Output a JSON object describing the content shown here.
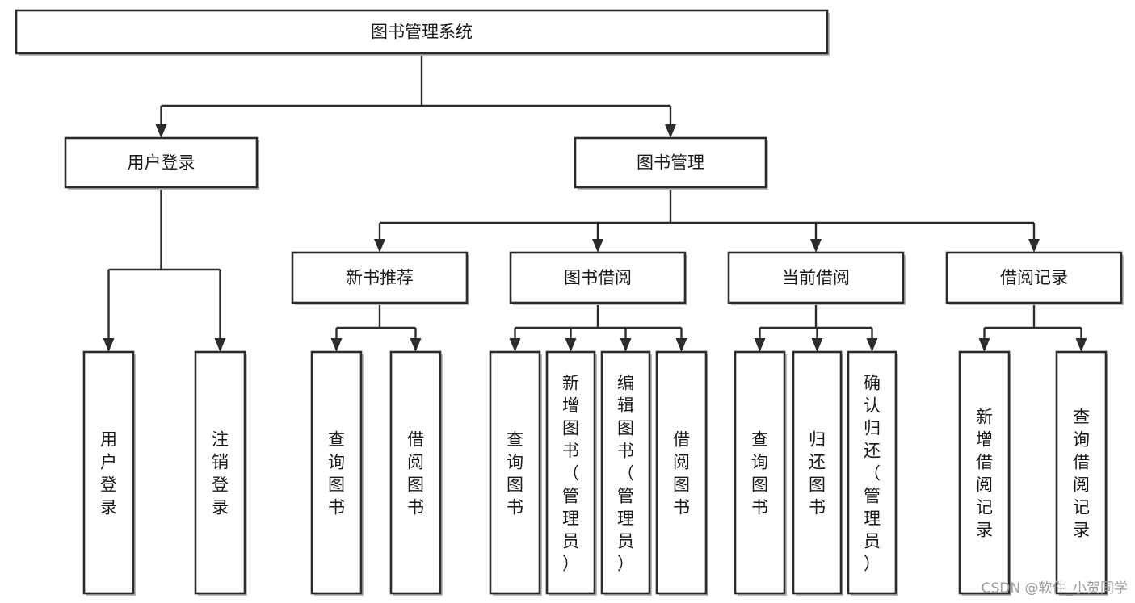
{
  "diagram": {
    "title": "图书管理系统",
    "type": "hierarchy-tree",
    "orientation": "top-down",
    "levels": 4,
    "colors": {
      "box_fill": "#ffffff",
      "box_stroke": "#2b2b2b",
      "connector": "#2b2b2b",
      "text": "#1a1a1a",
      "background": "#ffffff",
      "watermark": "#9d9d9d"
    },
    "nodes": {
      "root": {
        "id": "root",
        "label": "图书管理系统",
        "level": 1,
        "orientation": "horizontal"
      },
      "level2": [
        {
          "id": "user-login",
          "label": "用户登录",
          "level": 2,
          "orientation": "horizontal"
        },
        {
          "id": "book-manage",
          "label": "图书管理",
          "level": 2,
          "orientation": "horizontal"
        }
      ],
      "level3": [
        {
          "id": "new-book-rec",
          "label": "新书推荐",
          "level": 3,
          "orientation": "horizontal",
          "parent": "book-manage"
        },
        {
          "id": "book-borrow",
          "label": "图书借阅",
          "level": 3,
          "orientation": "horizontal",
          "parent": "book-manage"
        },
        {
          "id": "current-borrow",
          "label": "当前借阅",
          "level": 3,
          "orientation": "horizontal",
          "parent": "book-manage"
        },
        {
          "id": "borrow-record",
          "label": "借阅记录",
          "level": 3,
          "orientation": "horizontal",
          "parent": "book-manage"
        }
      ],
      "leaves": [
        {
          "id": "leaf-user-login",
          "label": "用户登录",
          "parent": "user-login",
          "orientation": "vertical"
        },
        {
          "id": "leaf-logout-login",
          "label": "注销登录",
          "parent": "user-login",
          "orientation": "vertical"
        },
        {
          "id": "leaf-query-book-1",
          "label": "查询图书",
          "parent": "new-book-rec",
          "orientation": "vertical"
        },
        {
          "id": "leaf-borrow-book-1",
          "label": "借阅图书",
          "parent": "new-book-rec",
          "orientation": "vertical"
        },
        {
          "id": "leaf-query-book-2",
          "label": "查询图书",
          "parent": "book-borrow",
          "orientation": "vertical"
        },
        {
          "id": "leaf-add-book",
          "label": "新增图书（管理员）",
          "parent": "book-borrow",
          "orientation": "vertical"
        },
        {
          "id": "leaf-edit-book",
          "label": "编辑图书（管理员）",
          "parent": "book-borrow",
          "orientation": "vertical"
        },
        {
          "id": "leaf-borrow-book-2",
          "label": "借阅图书",
          "parent": "book-borrow",
          "orientation": "vertical"
        },
        {
          "id": "leaf-query-book-3",
          "label": "查询图书",
          "parent": "current-borrow",
          "orientation": "vertical"
        },
        {
          "id": "leaf-return-book",
          "label": "归还图书",
          "parent": "current-borrow",
          "orientation": "vertical"
        },
        {
          "id": "leaf-confirm-return",
          "label": "确认归还（管理员）",
          "parent": "current-borrow",
          "orientation": "vertical"
        },
        {
          "id": "leaf-add-record",
          "label": "新增借阅记录",
          "parent": "borrow-record",
          "orientation": "vertical"
        },
        {
          "id": "leaf-query-record",
          "label": "查询借阅记录",
          "parent": "borrow-record",
          "orientation": "vertical"
        }
      ]
    },
    "edges": [
      {
        "from": "root",
        "to": "user-login"
      },
      {
        "from": "root",
        "to": "book-manage"
      },
      {
        "from": "user-login",
        "to": "leaf-user-login"
      },
      {
        "from": "user-login",
        "to": "leaf-logout-login"
      },
      {
        "from": "book-manage",
        "to": "new-book-rec"
      },
      {
        "from": "book-manage",
        "to": "book-borrow"
      },
      {
        "from": "book-manage",
        "to": "current-borrow"
      },
      {
        "from": "book-manage",
        "to": "borrow-record"
      },
      {
        "from": "new-book-rec",
        "to": "leaf-query-book-1"
      },
      {
        "from": "new-book-rec",
        "to": "leaf-borrow-book-1"
      },
      {
        "from": "book-borrow",
        "to": "leaf-query-book-2"
      },
      {
        "from": "book-borrow",
        "to": "leaf-add-book"
      },
      {
        "from": "book-borrow",
        "to": "leaf-edit-book"
      },
      {
        "from": "book-borrow",
        "to": "leaf-borrow-book-2"
      },
      {
        "from": "current-borrow",
        "to": "leaf-query-book-3"
      },
      {
        "from": "current-borrow",
        "to": "leaf-return-book"
      },
      {
        "from": "current-borrow",
        "to": "leaf-confirm-return"
      },
      {
        "from": "borrow-record",
        "to": "leaf-add-record"
      },
      {
        "from": "borrow-record",
        "to": "leaf-query-record"
      }
    ]
  },
  "watermark": {
    "text": "CSDN @软件_小贺同学"
  }
}
